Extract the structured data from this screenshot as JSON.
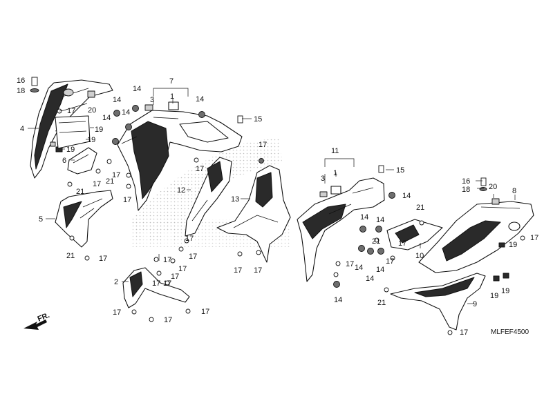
{
  "diagram": {
    "code": "MLFEF4500",
    "front_marker": "FR.",
    "callouts": [
      {
        "id": "c16a",
        "text": "16"
      },
      {
        "id": "c18a",
        "text": "18"
      },
      {
        "id": "c4",
        "text": "4"
      },
      {
        "id": "c17a",
        "text": "17"
      },
      {
        "id": "c20a",
        "text": "20"
      },
      {
        "id": "c14a",
        "text": "14"
      },
      {
        "id": "c7",
        "text": "7"
      },
      {
        "id": "c3a",
        "text": "3"
      },
      {
        "id": "c1a",
        "text": "1"
      },
      {
        "id": "c14b",
        "text": "14"
      },
      {
        "id": "c14c",
        "text": "14"
      },
      {
        "id": "c14d",
        "text": "14"
      },
      {
        "id": "c14e",
        "text": "14"
      },
      {
        "id": "c15a",
        "text": "15"
      },
      {
        "id": "c19a",
        "text": "19"
      },
      {
        "id": "c19b",
        "text": "19"
      },
      {
        "id": "c19c",
        "text": "19"
      },
      {
        "id": "c6",
        "text": "6"
      },
      {
        "id": "c21a",
        "text": "21"
      },
      {
        "id": "c17b",
        "text": "17"
      },
      {
        "id": "c21b",
        "text": "21"
      },
      {
        "id": "c17c",
        "text": "17"
      },
      {
        "id": "c17d",
        "text": "17"
      },
      {
        "id": "c17e",
        "text": "17"
      },
      {
        "id": "c12",
        "text": "12"
      },
      {
        "id": "c17f",
        "text": "17"
      },
      {
        "id": "c5",
        "text": "5"
      },
      {
        "id": "c21c",
        "text": "21"
      },
      {
        "id": "c17g",
        "text": "17"
      },
      {
        "id": "c17h",
        "text": "17"
      },
      {
        "id": "c17i",
        "text": "17"
      },
      {
        "id": "c17j",
        "text": "17"
      },
      {
        "id": "c17k",
        "text": "17"
      },
      {
        "id": "c17l",
        "text": "17"
      },
      {
        "id": "c2",
        "text": "2"
      },
      {
        "id": "c17m",
        "text": "17"
      },
      {
        "id": "c17n",
        "text": "17"
      },
      {
        "id": "c17o",
        "text": "17"
      },
      {
        "id": "c17p",
        "text": "17"
      },
      {
        "id": "c13",
        "text": "13"
      },
      {
        "id": "c17q",
        "text": "17"
      },
      {
        "id": "c17r",
        "text": "17"
      },
      {
        "id": "c17s",
        "text": "17"
      },
      {
        "id": "c11",
        "text": "11"
      },
      {
        "id": "c3b",
        "text": "3"
      },
      {
        "id": "c1b",
        "text": "1"
      },
      {
        "id": "c15b",
        "text": "15"
      },
      {
        "id": "c14f",
        "text": "14"
      },
      {
        "id": "c16b",
        "text": "16"
      },
      {
        "id": "c18b",
        "text": "18"
      },
      {
        "id": "c20b",
        "text": "20"
      },
      {
        "id": "c8",
        "text": "8"
      },
      {
        "id": "c21d",
        "text": "21"
      },
      {
        "id": "c14g",
        "text": "14"
      },
      {
        "id": "c21e",
        "text": "21"
      },
      {
        "id": "c17t",
        "text": "17"
      },
      {
        "id": "c14h",
        "text": "14"
      },
      {
        "id": "c14i",
        "text": "14"
      },
      {
        "id": "c17u",
        "text": "17"
      },
      {
        "id": "c14j",
        "text": "14"
      },
      {
        "id": "c14k",
        "text": "14"
      },
      {
        "id": "c17v",
        "text": "17"
      },
      {
        "id": "c14l",
        "text": "14"
      },
      {
        "id": "c10",
        "text": "10"
      },
      {
        "id": "c19d",
        "text": "19"
      },
      {
        "id": "c17w",
        "text": "17"
      },
      {
        "id": "c19e",
        "text": "19"
      },
      {
        "id": "c19f",
        "text": "19"
      },
      {
        "id": "c21f",
        "text": "21"
      },
      {
        "id": "c9",
        "text": "9"
      },
      {
        "id": "c17x",
        "text": "17"
      }
    ]
  }
}
